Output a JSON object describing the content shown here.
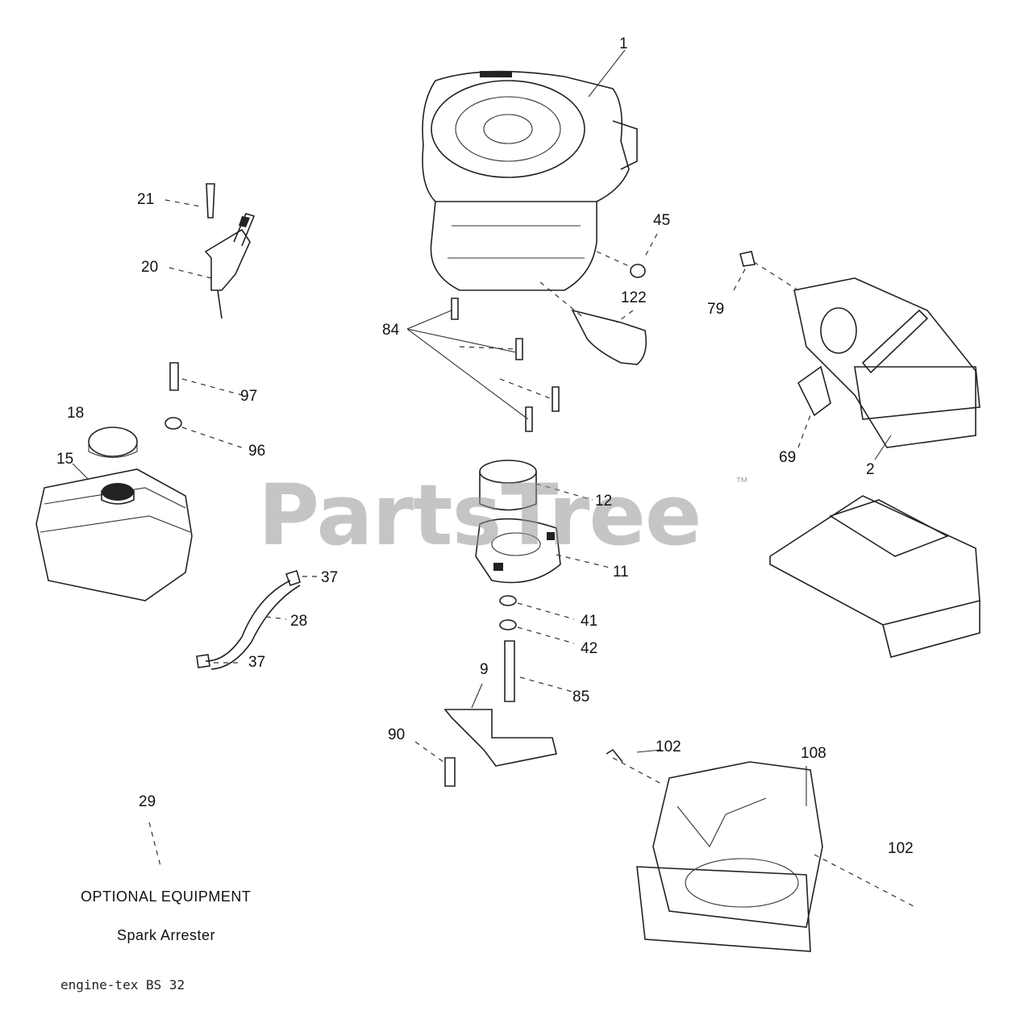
{
  "callouts": [
    "1",
    "21",
    "20",
    "45",
    "122",
    "79",
    "84",
    "97",
    "18",
    "96",
    "15",
    "69",
    "2",
    "12",
    "11",
    "37",
    "28",
    "41",
    "42",
    "37",
    "9",
    "85",
    "90",
    "102",
    "108",
    "102",
    "29"
  ],
  "notes": {
    "optional_title": "OPTIONAL EQUIPMENT",
    "optional_item": "Spark Arrester",
    "diagram_code": "engine-tex  BS  32"
  },
  "watermark": {
    "text": "PartsTree",
    "mark": "™"
  }
}
